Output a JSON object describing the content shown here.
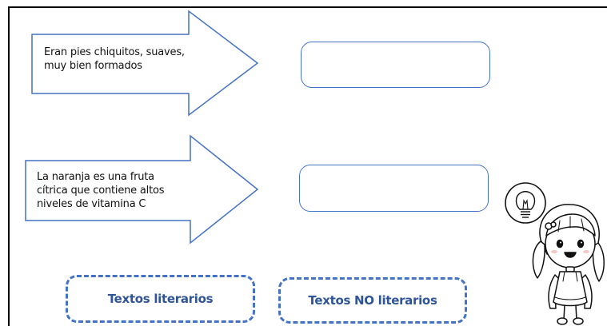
{
  "arrows": [
    {
      "lines": [
        "Eran pies chiquitos, suaves,",
        "muy bien formados"
      ]
    },
    {
      "lines": [
        "La naranja es una fruta",
        "cítrica que contiene altos",
        "niveles de vitamina C"
      ]
    }
  ],
  "categories": {
    "literary": "Textos literarios",
    "non_literary": "Textos NO literarios"
  },
  "illustration": {
    "subject": "girl-with-lightbulb",
    "icons": [
      "lightbulb-icon",
      "girl-illustration"
    ]
  },
  "colors": {
    "accent_blue": "#4472c4",
    "label_blue": "#2f5597",
    "arrow_outline": "#4472c4",
    "frame": "#000000"
  }
}
